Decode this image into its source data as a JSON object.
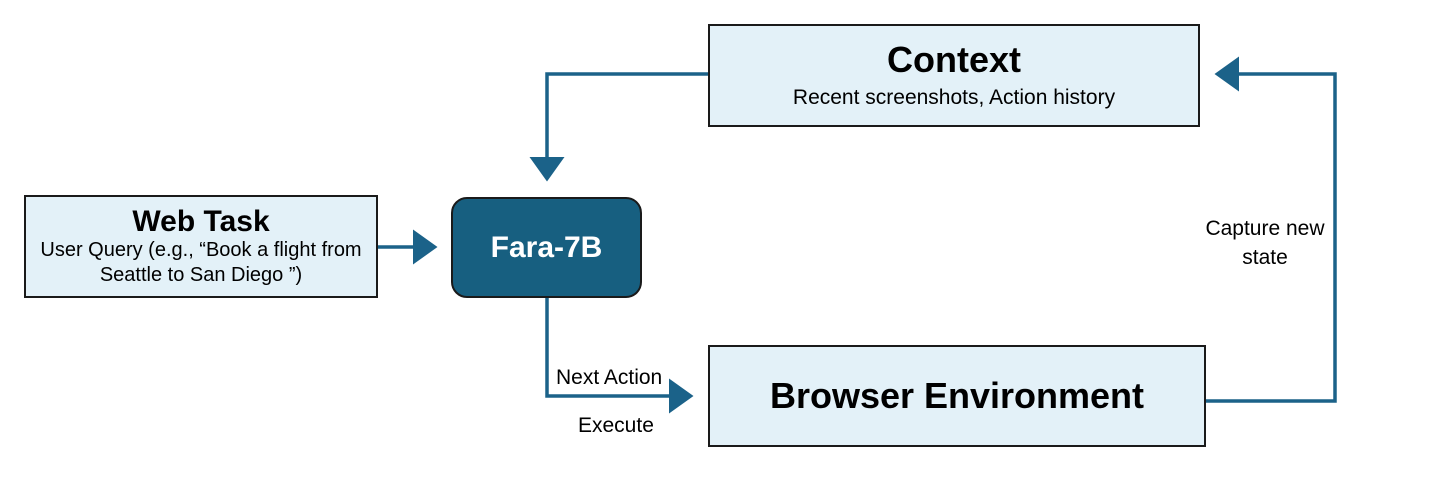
{
  "nodes": {
    "web_task": {
      "title": "Web Task",
      "subtitle": "User Query (e.g., “Book a flight from Seattle to San Diego ”)"
    },
    "agent": {
      "title": "Fara-7B"
    },
    "context": {
      "title": "Context",
      "subtitle": "Recent screenshots, Action history"
    },
    "browser": {
      "title": "Browser Environment"
    }
  },
  "edges": {
    "next_action_label": "Next Action",
    "execute_label": "Execute",
    "capture_label": "Capture new state"
  },
  "colors": {
    "box_fill": "#e3f1f8",
    "box_border": "#1a1a1a",
    "agent_fill": "#175f80",
    "agent_text": "#ffffff",
    "arrow": "#1b6289"
  }
}
